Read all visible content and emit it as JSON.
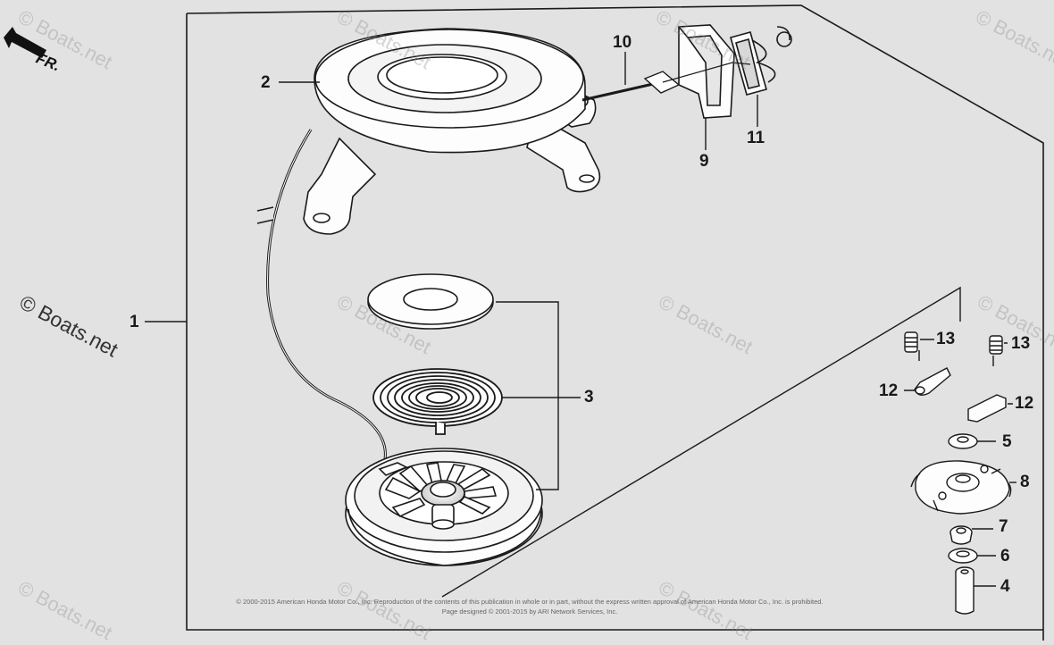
{
  "diagram": {
    "direction_label": "FR.",
    "callouts": {
      "p1": "1",
      "p2": "2",
      "p3": "3",
      "p4": "4",
      "p5": "5",
      "p6": "6",
      "p7": "7",
      "p8": "8",
      "p9": "9",
      "p10": "10",
      "p11": "11",
      "p12a": "12",
      "p12b": "12",
      "p13a": "13",
      "p13b": "13"
    }
  },
  "watermark": {
    "text": "© Boats.net"
  },
  "footer": {
    "line1": "© 2000-2015 American Honda Motor Co., Inc. Reproduction of the contents of this publication in whole or in part, without the express written approval of American Honda Motor Co., Inc. is prohibited.",
    "line2": "Page designed © 2001-2015 by ARI Network Services, Inc."
  },
  "colors": {
    "background": "#e2e2e2",
    "line": "#1a1a1a",
    "watermark": "#8a8a8a"
  }
}
